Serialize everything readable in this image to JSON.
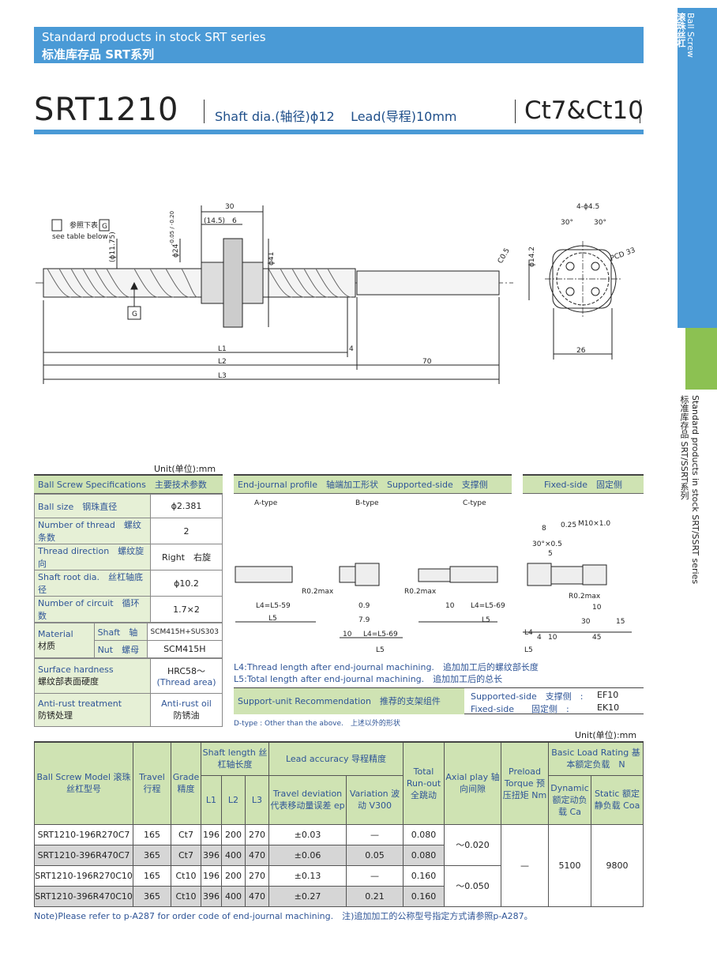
{
  "header": {
    "line1": "Standard products in stock SRT series",
    "line2": "标准库存品 SRT系列"
  },
  "side": {
    "top_en": "Ball Screw",
    "top_cn": "滚珠丝杠",
    "mid_en": "Standard products in stock SRT/SSRT series",
    "mid_cn": "标准库存品 SRT/SSRT系列"
  },
  "title": {
    "model": "SRT1210",
    "shaft": "Shaft dia.(轴径)ϕ12",
    "lead": "Lead(导程)10mm",
    "grade": "Ct7&Ct10"
  },
  "drawing": {
    "ref": "参照下表",
    "ref_g": "G",
    "see_table": "see table below",
    "d30": "30",
    "d145": "(14.5)",
    "d6": "6",
    "d1175": "(ϕ11.75)",
    "d24": "ϕ24",
    "d24tol": "-0.05 / -0.20",
    "d41": "ϕ41",
    "c05": "C0.5",
    "d142": "ϕ14.2",
    "L1": "L1",
    "L2": "L2",
    "L3": "L3",
    "d4": "4",
    "d70": "70",
    "hole": "4-ϕ4.5",
    "a30a": "30°",
    "a30b": "30°",
    "pcd": "PCD 33",
    "d26": "26",
    "gbox": "G"
  },
  "spec": {
    "unit": "Unit(单位):mm",
    "title": "Ball Screw Specifications　主要技术参数",
    "rows": [
      {
        "label": "Ball size　钢珠直径",
        "value": "ϕ2.381"
      },
      {
        "label": "Number of thread　螺纹条数",
        "value": "2"
      },
      {
        "label": "Thread direction　螺纹旋向",
        "value": "Right　右旋"
      },
      {
        "label": "Shaft root dia.　丝杠轴底径",
        "value": "ϕ10.2"
      },
      {
        "label": "Number of circuit　循环数",
        "value": "1.7×2"
      }
    ],
    "material": {
      "label_en": "Material",
      "label_cn": "材质",
      "shaft_label": "Shaft　轴",
      "shaft_value": "SCM415H+SUS303",
      "nut_label": "Nut　螺母",
      "nut_value": "SCM415H"
    },
    "hardness": {
      "label_en": "Surface hardness",
      "label_cn": "螺纹部表面硬度",
      "value1": "HRC58～",
      "value2": "(Thread area)"
    },
    "antirust": {
      "label_en": "Anti-rust treatment",
      "label_cn": "防锈处理",
      "value1": "Anti-rust oil",
      "value2": "防锈油"
    }
  },
  "journal": {
    "head": "End-journal profile　轴端加工形状　Supported-side　支撑侧",
    "fixed_head": "Fixed-side　固定侧",
    "a": "A-type",
    "b": "B-type",
    "c": "C-type",
    "r02a": "R0.2max",
    "r02b": "R0.2max",
    "r02c": "R0.2max",
    "l4a": "L4=L5-59",
    "l5a": "L5",
    "b09": "0.9",
    "b79": "7.9",
    "l4b": "L4=L5-69",
    "l5b": "L5",
    "b10": "10",
    "c10": "10",
    "l4c": "L4=L5-69",
    "l5c": "L5",
    "f8": "8",
    "f025": "0.25",
    "m10": "M10×1.0",
    "f30": "30°×0.5",
    "f5": "5",
    "f30b": "30",
    "f15": "15",
    "f10": "10",
    "f45": "45",
    "f4": "4",
    "f10b": "10",
    "fl4": "L4",
    "fl5": "L5",
    "note_l4": "L4:Thread length after end-journal machining.　追加加工后的螺纹部长度",
    "note_l5": "L5:Total length after end-journal machining.　追加加工后的总长"
  },
  "support": {
    "title": "Support-unit Recommendation　推荐的支架组件",
    "sup_label": "Supported-side　支撑侧　:",
    "sup_value": "EF10",
    "fix_label": "Fixed-side　　固定侧　:",
    "fix_value": "EK10",
    "dtype": "D-type : Other than the above.　上述以外的形状"
  },
  "main": {
    "unit": "Unit(单位):mm",
    "h_model": "Ball Screw Model 滚珠丝杠型号",
    "h_travel": "Travel 行程",
    "h_grade": "Grade 精度",
    "h_shaft": "Shaft length 丝杠轴长度",
    "h_l1": "L1",
    "h_l2": "L2",
    "h_l3": "L3",
    "h_lead": "Lead accuracy 导程精度",
    "h_travdev": "Travel deviation 代表移动量误差 ep",
    "h_var": "Variation 波动 V300",
    "h_runout": "Total Run-out 全跳动",
    "h_axial": "Axial play 轴向间隙",
    "h_preload": "Preload Torque 预压扭矩 Nm",
    "h_load": "Basic Load Rating 基本额定负载　N",
    "h_dyn": "Dynamic 额定动负载 Ca",
    "h_stat": "Static 额定静负载 Coa",
    "rows": [
      {
        "model": "SRT1210-196R270C7",
        "travel": "165",
        "grade": "Ct7",
        "l1": "196",
        "l2": "200",
        "l3": "270",
        "dev": "±0.03",
        "var": "—",
        "run": "0.080"
      },
      {
        "model": "SRT1210-396R470C7",
        "travel": "365",
        "grade": "Ct7",
        "l1": "396",
        "l2": "400",
        "l3": "470",
        "dev": "±0.06",
        "var": "0.05",
        "run": "0.080"
      },
      {
        "model": "SRT1210-196R270C10",
        "travel": "165",
        "grade": "Ct10",
        "l1": "196",
        "l2": "200",
        "l3": "270",
        "dev": "±0.13",
        "var": "—",
        "run": "0.160"
      },
      {
        "model": "SRT1210-396R470C10",
        "travel": "365",
        "grade": "Ct10",
        "l1": "396",
        "l2": "400",
        "l3": "470",
        "dev": "±0.27",
        "var": "0.21",
        "run": "0.160"
      }
    ],
    "axial1": "～0.020",
    "axial2": "～0.050",
    "preload": "—",
    "dyn": "5100",
    "stat": "9800"
  },
  "note": "Note)Please refer to p-A287 for order code of end-journal machining.　注)追加加工的公称型号指定方式请参照p-A287。"
}
